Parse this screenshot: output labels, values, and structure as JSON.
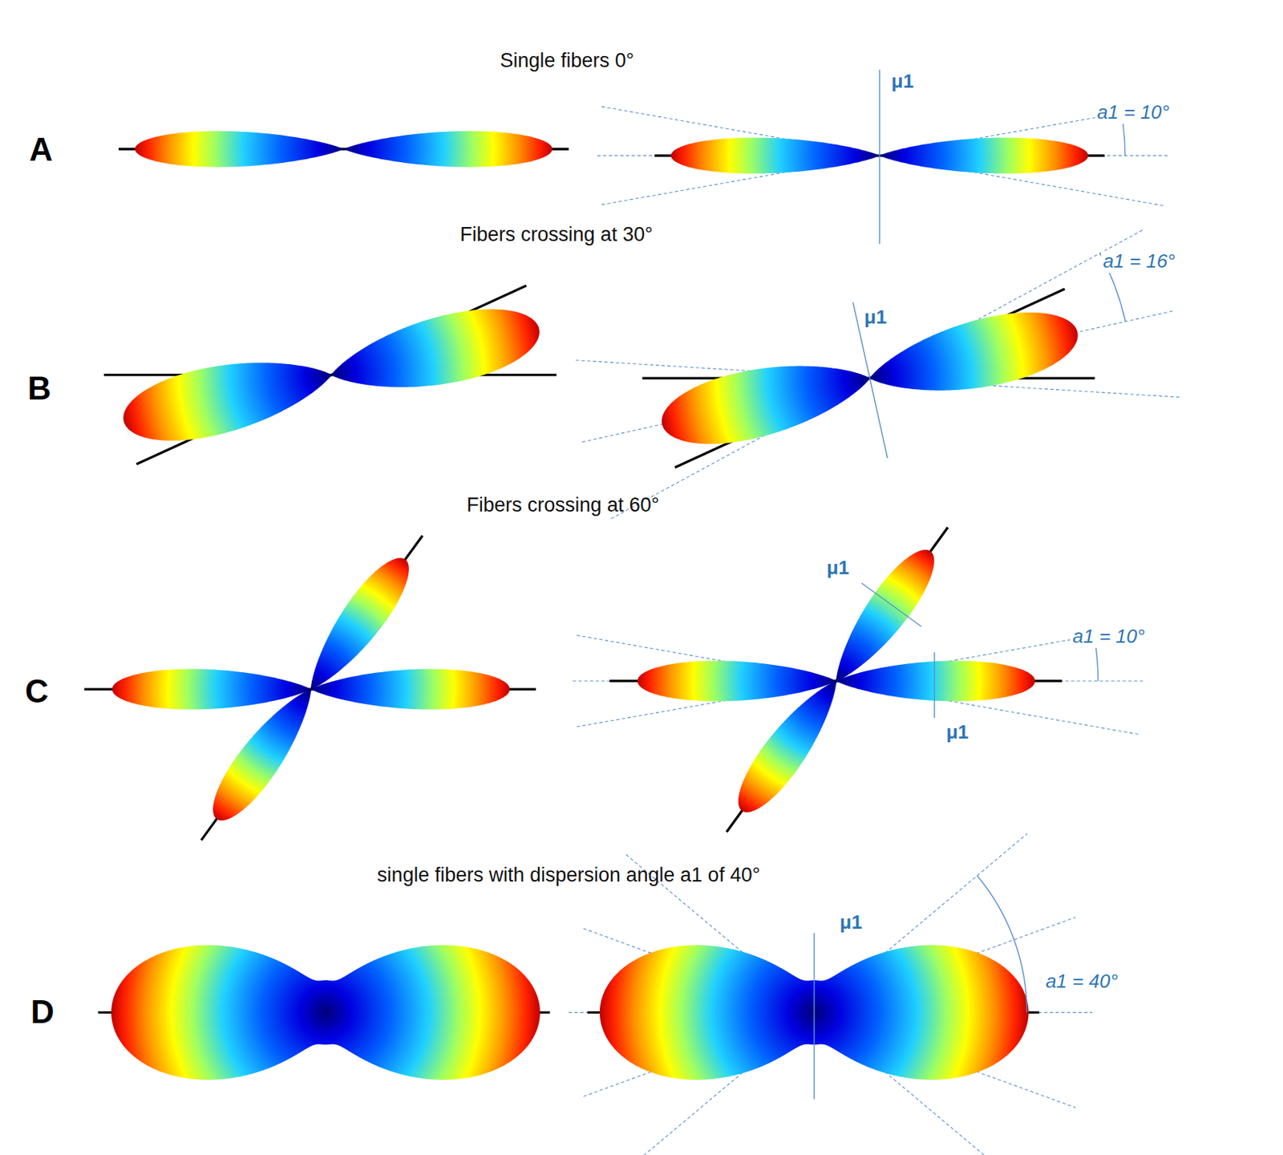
{
  "diagram": {
    "labels": [
      "Single fibers 0°",
      "A",
      "μ1",
      "a1 = 10°",
      "Fibers crossing at 30°",
      "B",
      "a1 = 16°",
      "μ1",
      "Fibers crossing at 60°",
      "C",
      "μ1",
      "a1 = 10°",
      "μ1",
      "single fibers with dispersion angle a1 of 40°",
      "D",
      "μ1",
      "a1 = 40°"
    ]
  }
}
